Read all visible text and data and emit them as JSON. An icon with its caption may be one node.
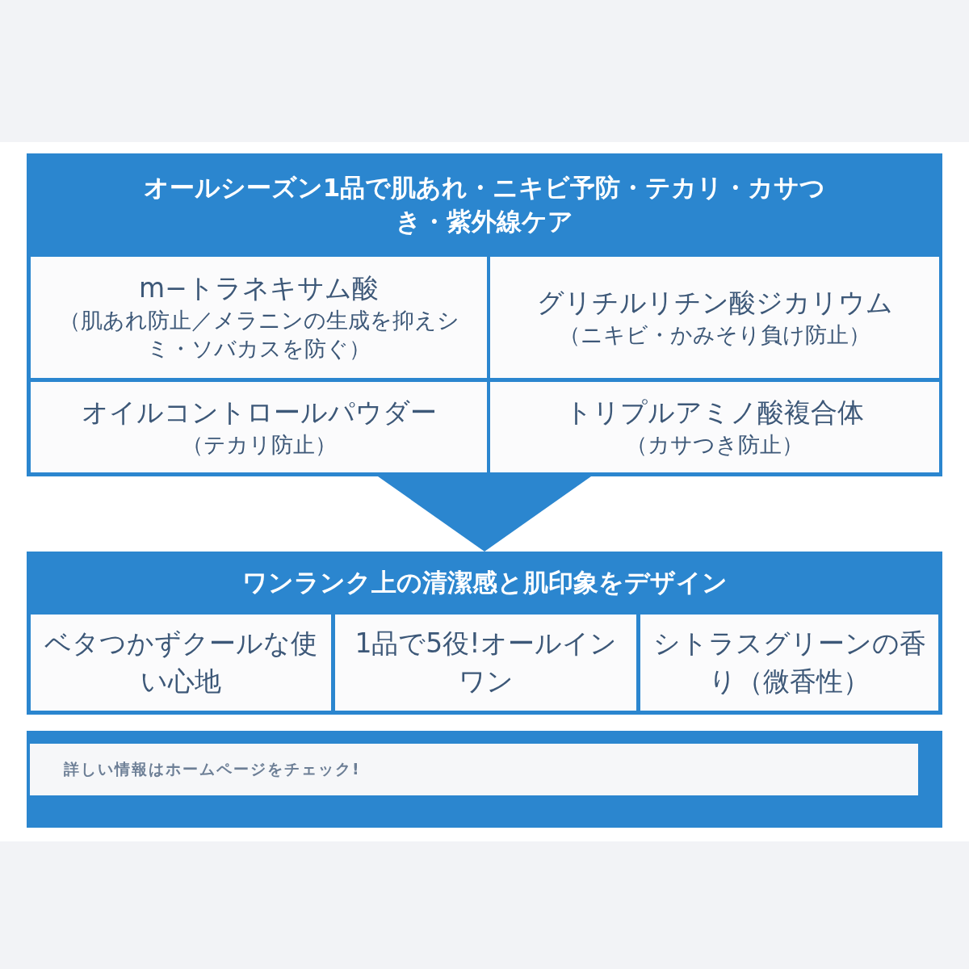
{
  "diagram": {
    "nodes": [
      {
        "text": [
          "オールシーズン1品で肌あれ・ニキビ予防・テカリ・カサつき・紫外線ケア"
        ]
      },
      {
        "text": [
          "m−トラネキサム酸",
          "（肌あれ防止／メラニンの生成を抑えシミ・ソバカスを防ぐ）"
        ],
        "in": 0
      },
      {
        "text": [
          "グリチルリチン酸ジカリウム",
          "（ニキビ・かみそり負け防止）"
        ],
        "in": 0
      },
      {
        "text": [
          "オイルコントロールパウダー",
          "（テカリ防止）"
        ],
        "in": 0
      },
      {
        "text": [
          "トリプルアミノ酸複合体",
          "（カサつき防止）"
        ],
        "in": 0
      },
      {
        "text": [
          "ワンランク上の清潔感と肌印象をデザイン"
        ]
      },
      {
        "text": [
          "ベタつかずクールな使い心地"
        ],
        "in": 5
      },
      {
        "text": [
          "1品で5役!オールインワン"
        ],
        "in": 5
      },
      {
        "text": [
          "シトラスグリーンの香り（微香性）"
        ],
        "in": 5
      },
      {
        "text": [
          "詳しい情報はホームページをチェック!"
        ]
      }
    ],
    "edges": [
      {
        "from": 0,
        "to": 5,
        "arrow": "to"
      }
    ]
  }
}
